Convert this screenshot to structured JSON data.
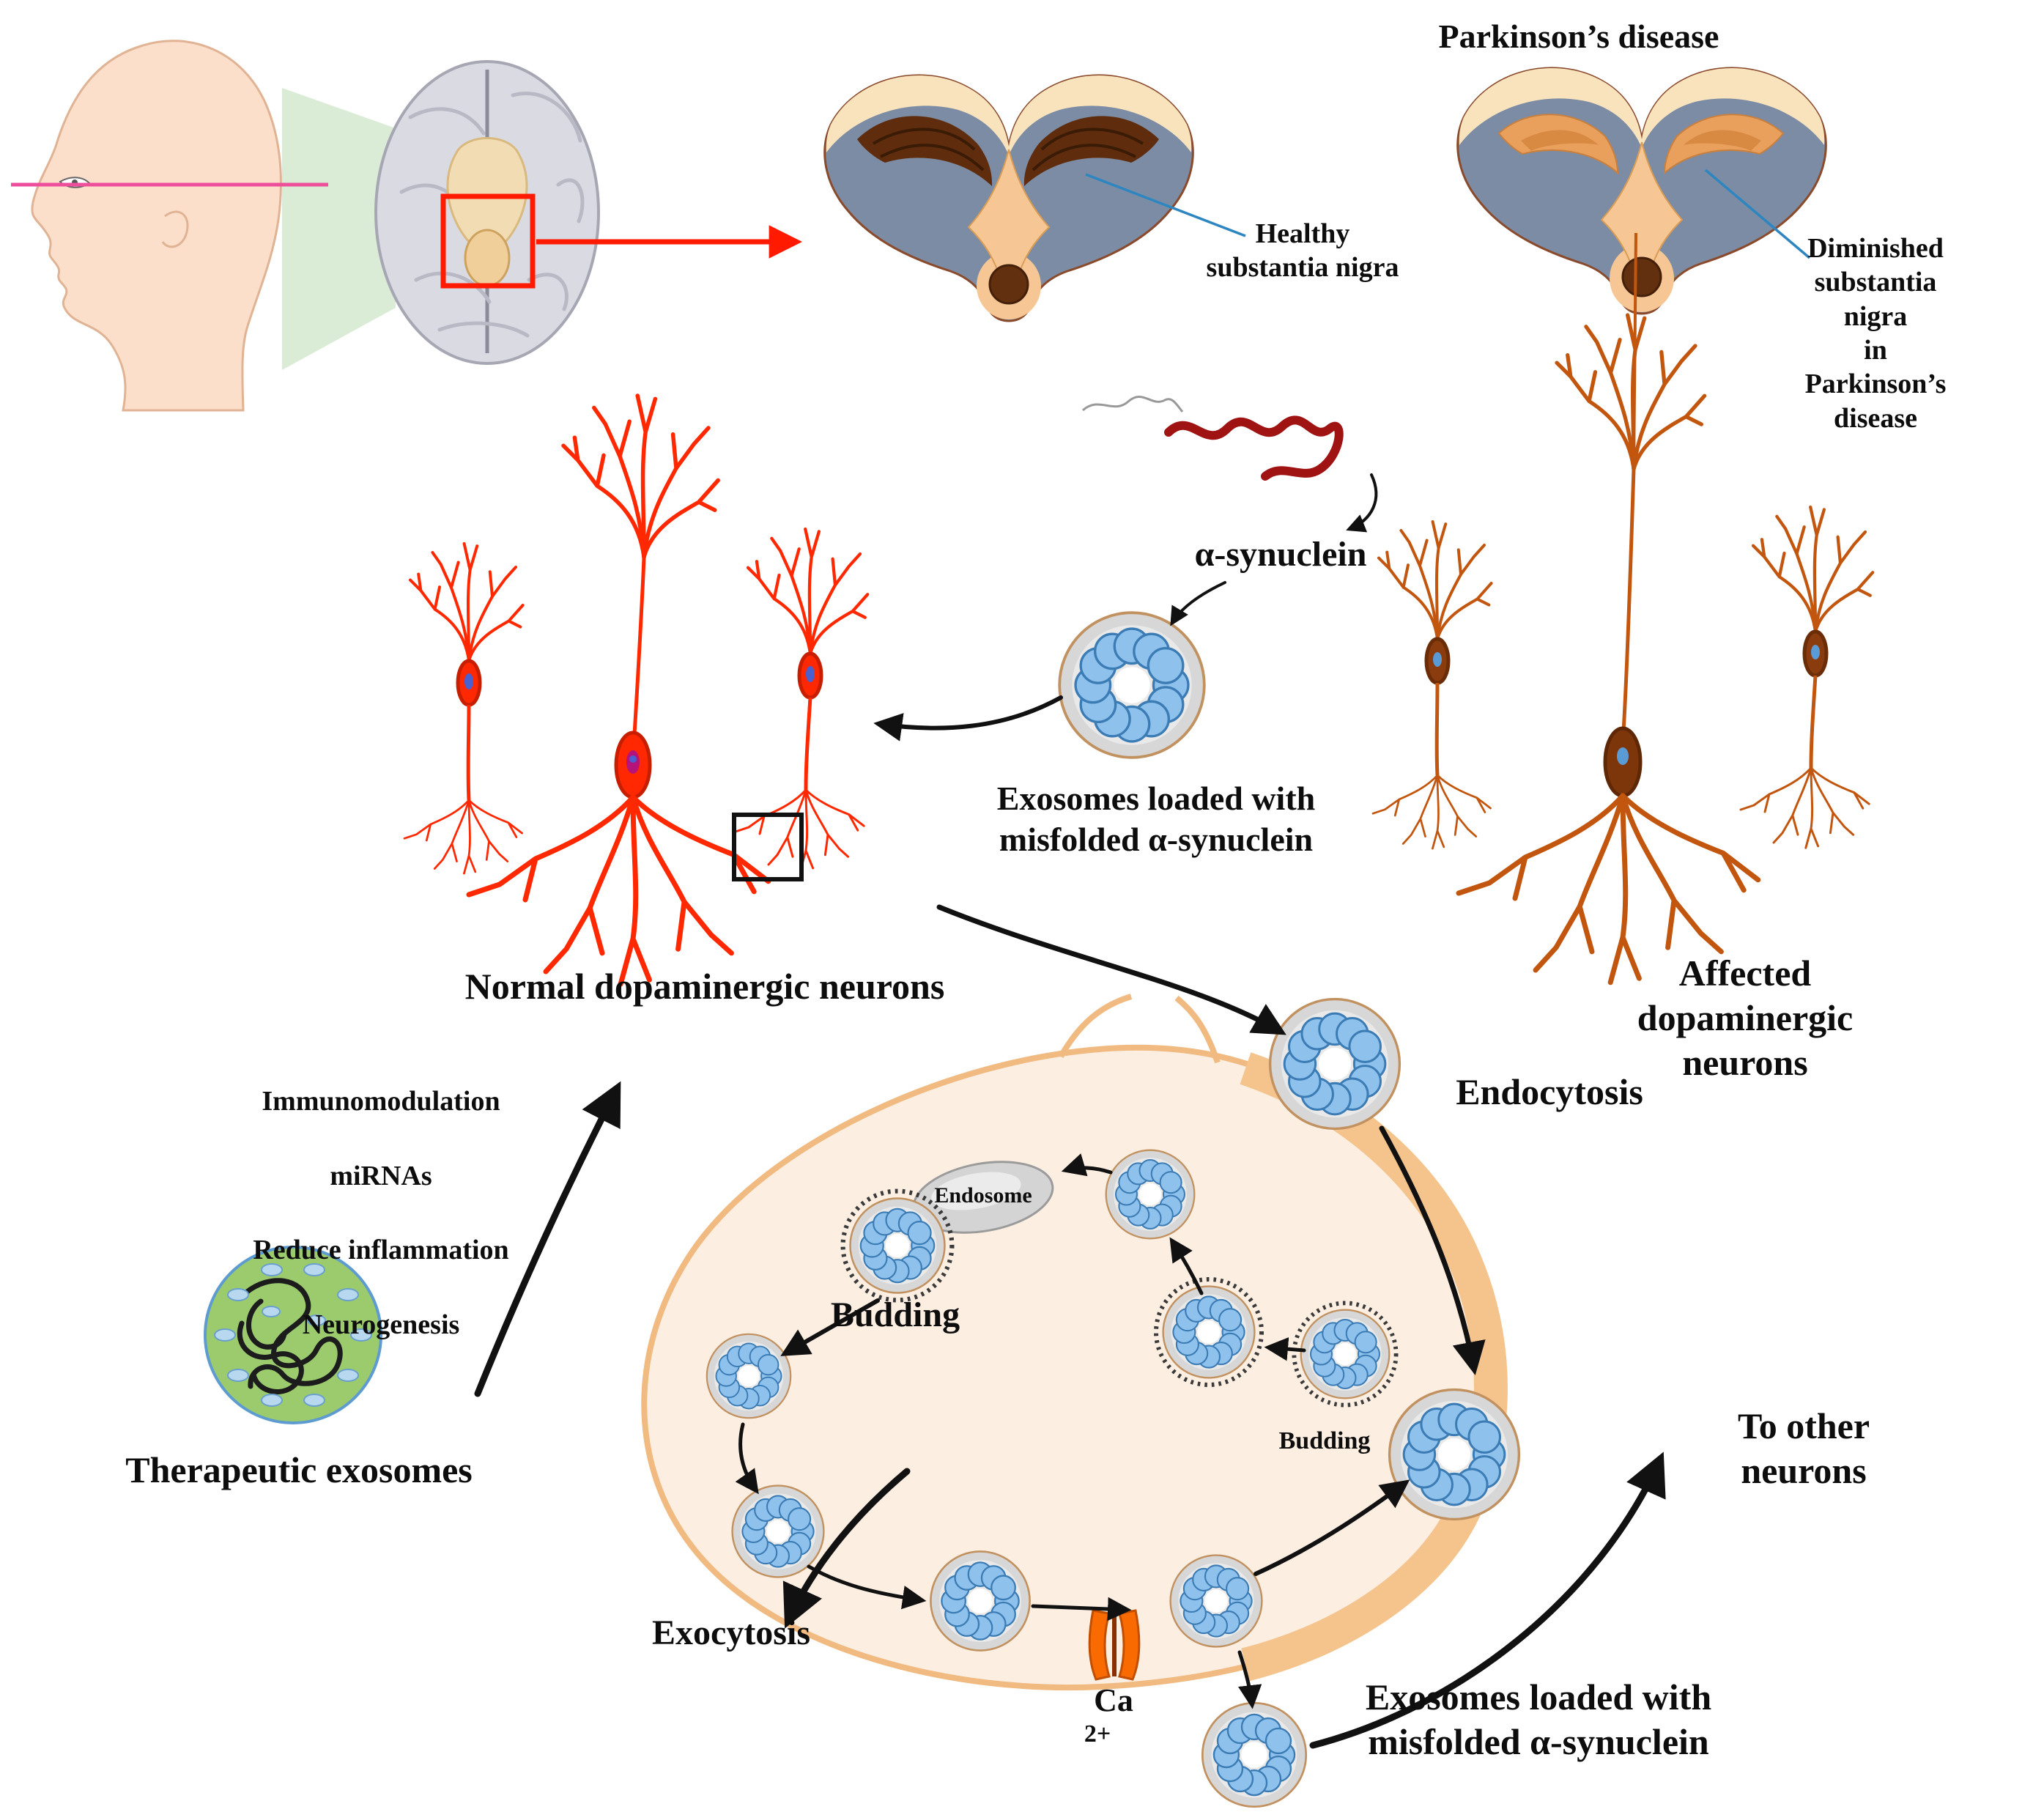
{
  "figure": {
    "parkinsons_title": "Parkinson’s disease",
    "healthy_sn_label": "Healthy\nsubstantia nigra",
    "diminished_sn_label": "Diminished\nsubstantia nigra\nin Parkinson’s disease",
    "alpha_synuclein_label": "α-synuclein",
    "exosomes_misfolded_center": "Exosomes loaded with\nmisfolded α-synuclein",
    "normal_neurons_label": "Normal dopaminergic neurons",
    "affected_neurons_label": "Affected dopaminergic neurons",
    "endocytosis_label": "Endocytosis",
    "endosome_label": "Endosome",
    "budding_label_1": "Budding",
    "budding_label_2": "Budding",
    "exocytosis_label": "Exocytosis",
    "ca_label": "Ca",
    "ca_superscript": "2+",
    "to_other_neurons_label": "To other neurons",
    "exosomes_misfolded_bottom": "Exosomes loaded with\nmisfolded α-synuclein",
    "therapeutic_label": "Therapeutic exosomes",
    "therapeutic_effects": [
      "Immunomodulation",
      "miRNAs",
      "Reduce inflammation",
      "Neurogenesis"
    ]
  },
  "colors": {
    "normal_neuron_red": "#ff2800",
    "affected_neuron_orange": "#c2560f",
    "exosome_vesicle_blue": "#8ec1ec",
    "substantia_nigra_healthy": "#5f2d0d",
    "substantia_nigra_parkinsons": "#e8a05c",
    "therapeutic_green": "#9ccb6e",
    "membrane_orange": "#f5c38c",
    "pointer_blue": "#2e86c1",
    "roi_red": "#ff1a00"
  }
}
